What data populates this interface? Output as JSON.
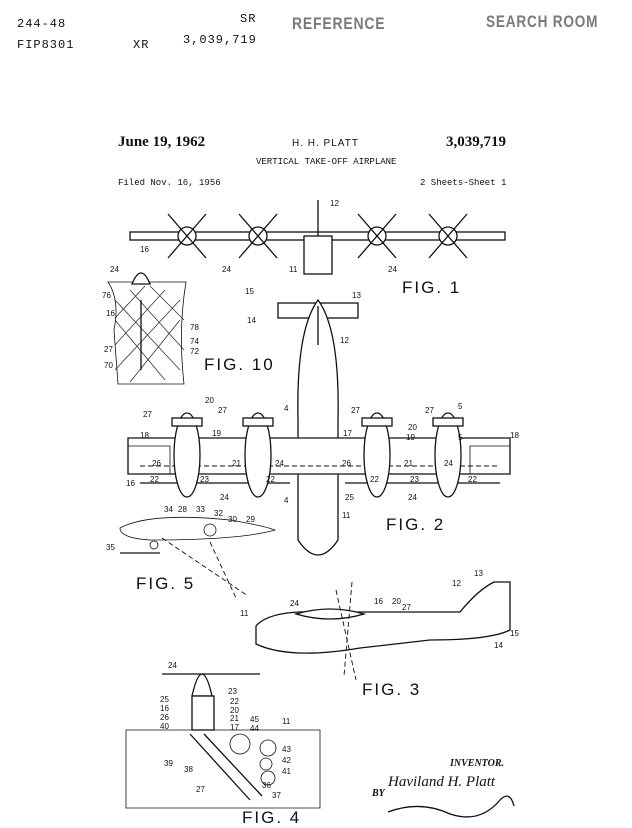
{
  "header": {
    "code_left": "244-48",
    "sr": "SR",
    "fip": "FIP8301",
    "xr": "XR",
    "number_top": "3,039,719",
    "stamp_reference": "REFERENCE",
    "stamp_search_room": "SEARCH ROOM"
  },
  "patent": {
    "date": "June 19, 1962",
    "inventor_header": "H. H. PLATT",
    "number": "3,039,719",
    "title": "VERTICAL TAKE-OFF AIRPLANE",
    "filed": "Filed Nov. 16, 1956",
    "sheets": "2 Sheets-Sheet 1"
  },
  "figures": {
    "fig1": "FIG. 1",
    "fig2": "FIG. 2",
    "fig3": "FIG. 3",
    "fig4": "FIG. 4",
    "fig5": "FIG. 5",
    "fig10": "FIG. 10"
  },
  "signature": {
    "inventor_label": "INVENTOR.",
    "inventor_name": "Haviland H. Platt",
    "by": "BY"
  }
}
